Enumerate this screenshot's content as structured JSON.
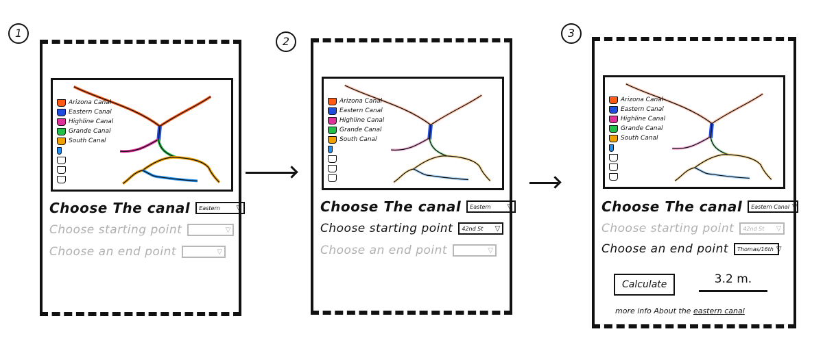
{
  "steps": [
    "1",
    "2",
    "3"
  ],
  "legend": [
    "Arizona Canal",
    "Eastern Canal",
    "Highline Canal",
    "Grande Canal",
    "South Canal"
  ],
  "colors": {
    "arizona": "#ff5a14",
    "eastern": "#1f4de0",
    "highline": "#e0309a",
    "grande": "#22c048",
    "south": "#f0a000",
    "blue": "#2090f0"
  },
  "labels": {
    "canal": "Choose The canal",
    "start": "Choose starting point",
    "end": "Choose an end point"
  },
  "frame1": {
    "canal_value": "Eastern",
    "start_value": "",
    "end_value": ""
  },
  "frame2": {
    "canal_value": "Eastern",
    "start_value": "42nd St",
    "end_value": ""
  },
  "frame3": {
    "canal_value": "Eastern Canal",
    "start_value": "42nd St",
    "end_value": "Thomas/16th",
    "calculate": "Calculate",
    "result": "3.2 m.",
    "info_prefix": "more info About the",
    "info_link": "eastern canal"
  }
}
